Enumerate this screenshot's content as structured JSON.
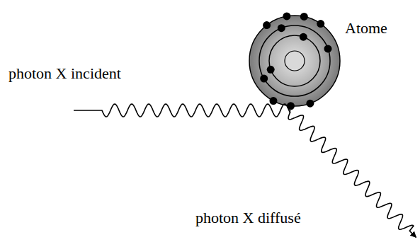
{
  "diagram": {
    "labels": [
      "Atome",
      "photon X incident",
      "photon X diffusé"
    ]
  }
}
